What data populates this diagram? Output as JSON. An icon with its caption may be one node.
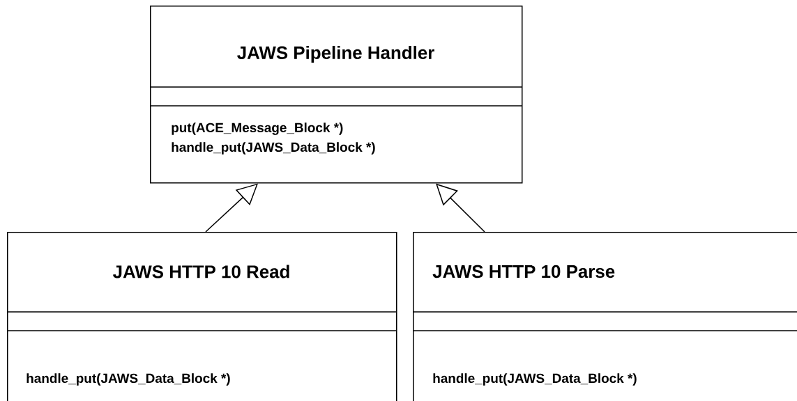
{
  "diagram": {
    "nodes": [
      {
        "text": [
          "JAWS Pipeline Handler",
          "put(ACE_Message_Block *)",
          "handle_put(JAWS_Data_Block *)"
        ]
      },
      {
        "text": [
          "JAWS HTTP 10 Read",
          "handle_put(JAWS_Data_Block *)"
        ]
      },
      {
        "text": [
          "JAWS HTTP 10 Parse",
          "handle_put(JAWS_Data_Block *)"
        ]
      }
    ],
    "edges": [
      {
        "from": 1,
        "to": 0,
        "arrow": "to"
      },
      {
        "from": 2,
        "to": 0,
        "arrow": "to"
      }
    ]
  }
}
